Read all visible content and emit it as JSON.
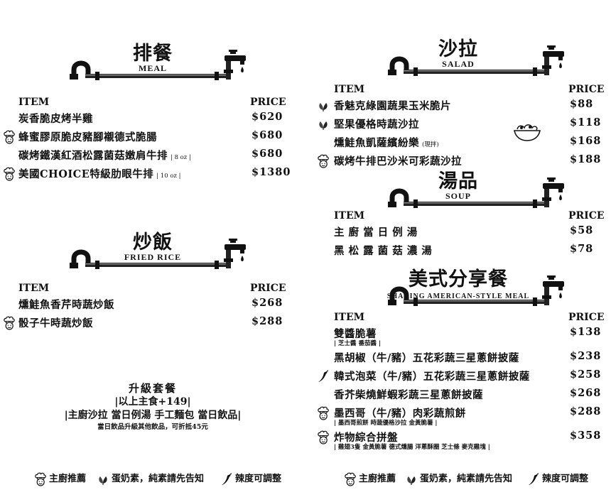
{
  "legend": {
    "chef": "主廚推薦",
    "vegan": "蛋奶素，純素請先告知",
    "spicy": "辣度可調整"
  },
  "headers": {
    "item": "ITEM",
    "price": "PRICE"
  },
  "meal": {
    "title": "排餐",
    "subtitle": "MEAL",
    "items": [
      {
        "name": "炭香脆皮烤半雞",
        "note": "",
        "price": "$620",
        "icon": ""
      },
      {
        "name": "蜂蜜膠原脆皮豬腳襯德式脆腸",
        "note": "",
        "price": "$680",
        "icon": "chef"
      },
      {
        "name": "碳烤鐵漢紅酒松露菌菇嫩肩牛排",
        "note": "| 8 oz |",
        "price": "$680",
        "icon": ""
      },
      {
        "name": "美國CHOICE特級肋眼牛排",
        "note": "| 10 oz |",
        "price": "$1380",
        "icon": "chef"
      }
    ]
  },
  "fried_rice": {
    "title": "炒飯",
    "subtitle": "FRIED RICE",
    "items": [
      {
        "name": "燻鮭魚香芹時蔬炒飯",
        "note": "",
        "price": "$268",
        "icon": ""
      },
      {
        "name": "骰子牛時蔬炒飯",
        "note": "",
        "price": "$288",
        "icon": "chef"
      }
    ]
  },
  "upgrade": {
    "title": "升級套餐",
    "line1": "|以上主食+149|",
    "line2": "|主廚沙拉 當日例湯 手工麵包 當日飲品|",
    "line3": "當日飲品升級其他飲品，可折抵45元"
  },
  "salad": {
    "title": "沙拉",
    "subtitle": "SALAD",
    "items": [
      {
        "name": "香魅克綠園蔬果玉米脆片",
        "note": "",
        "price": "$88",
        "icon": "vegan"
      },
      {
        "name": "堅果優格時蔬沙拉",
        "note": "",
        "price": "$118",
        "icon": "vegan"
      },
      {
        "name": "燻鮭魚凱薩繽紛樂",
        "note": "(現拌)",
        "price": "$168",
        "icon": ""
      },
      {
        "name": "碳烤牛排巴沙米可彩蔬沙拉",
        "note": "",
        "price": "$188",
        "icon": "chef"
      }
    ]
  },
  "soup": {
    "title": "湯品",
    "subtitle": "SOUP",
    "items": [
      {
        "name": "主 廚 當 日 例 湯",
        "note": "",
        "price": "$58",
        "icon": ""
      },
      {
        "name": "黑 松 露 菌 菇 濃 湯",
        "note": "",
        "price": "$78",
        "icon": ""
      }
    ]
  },
  "sharing": {
    "title": "美式分享餐",
    "subtitle": "SHARING AMERICAN-STYLE MEAL",
    "items": [
      {
        "name": "雙醬脆薯",
        "sub": "| 芝士醬 番茄醬 |",
        "price": "$138",
        "icon": ""
      },
      {
        "name": "黑胡椒（牛/豬）五花彩蔬三星蔥餅披薩",
        "sub": "",
        "price": "$238",
        "icon": ""
      },
      {
        "name": "韓式泡菜（牛/豬）五花彩蔬三星蔥餅披薩",
        "sub": "",
        "price": "$258",
        "icon": "spicy"
      },
      {
        "name": "香芥柴燒鮮蝦彩蔬三星蔥餅披薩",
        "sub": "",
        "price": "$268",
        "icon": ""
      },
      {
        "name": "墨西哥（牛/豬）肉彩蔬煎餅",
        "sub": "| 墨西哥煎餅 時蔬優格沙拉 金黃脆薯 |",
        "price": "$288",
        "icon": "chef"
      },
      {
        "name": "炸物綜合拼盤",
        "sub": "| 雞翅3隻 金黃脆薯 德式燻腸 洋蔥酥圈 芝士條 麥克雞塊 |",
        "price": "$358",
        "icon": "chef"
      }
    ]
  }
}
